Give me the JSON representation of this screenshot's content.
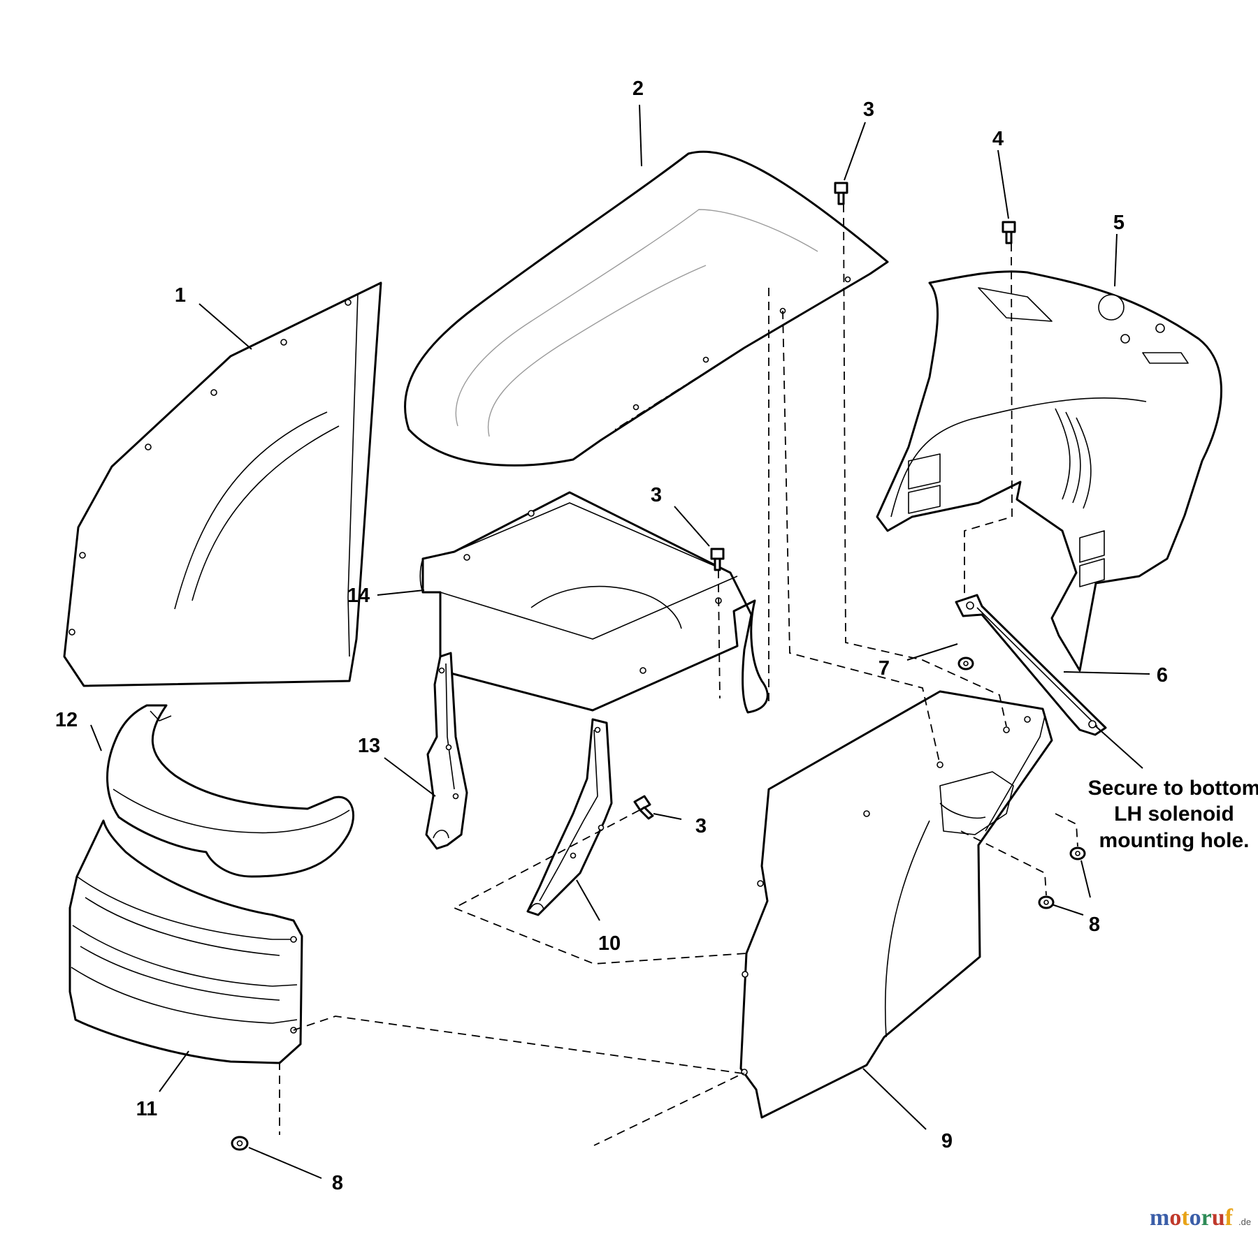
{
  "callouts": {
    "c1": "1",
    "c2": "2",
    "c3a": "3",
    "c3b": "3",
    "c3c": "3",
    "c4": "4",
    "c5": "5",
    "c6": "6",
    "c7": "7",
    "c8a": "8",
    "c8b": "8",
    "c9": "9",
    "c10": "10",
    "c11": "11",
    "c12": "12",
    "c13": "13",
    "c14": "14"
  },
  "note": {
    "line1": "Secure to bottom",
    "line2": "LH solenoid",
    "line3": "mounting hole."
  },
  "watermark": {
    "text": "motoruf",
    "suffix": ".de",
    "colors": [
      "#3b5ea8",
      "#c0392b",
      "#e8a317",
      "#3b5ea8",
      "#2e8b57",
      "#c0392b",
      "#e8a317"
    ]
  }
}
